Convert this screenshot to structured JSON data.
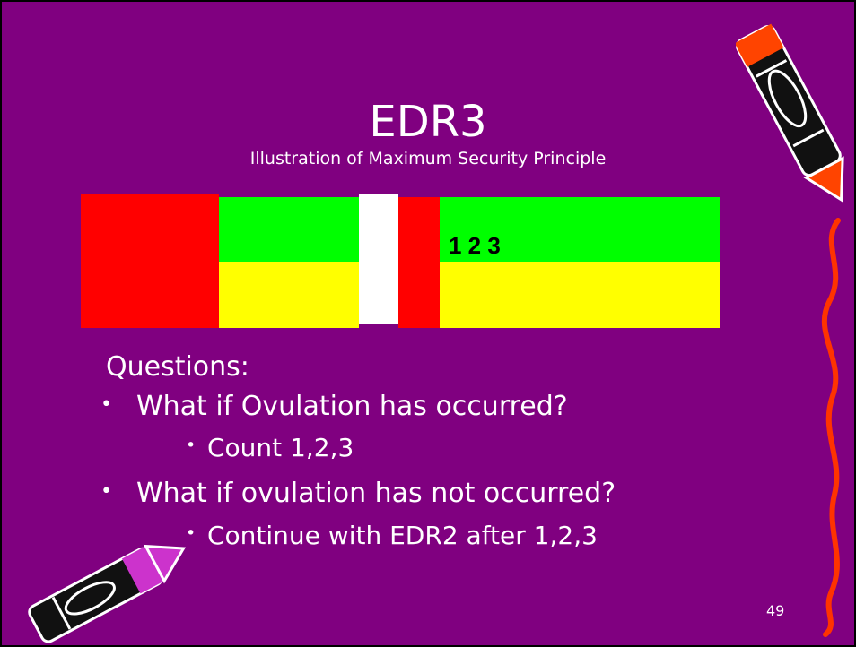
{
  "slide": {
    "title": "EDR3",
    "subtitle": "Illustration of Maximum Security Principle",
    "chart_label": "1 2 3",
    "questions_heading": "Questions:",
    "bullets": [
      {
        "text": "What if Ovulation has occurred?",
        "sub": "Count 1,2,3"
      },
      {
        "text": "What if ovulation has not occurred?",
        "sub": "Continue with EDR2 after 1,2,3"
      }
    ],
    "bullet_symbol": "•",
    "page_number": "49"
  },
  "colors": {
    "background": "#800080",
    "red": "#FF0000",
    "green": "#00FF00",
    "yellow": "#FFFF00",
    "white": "#FFFFFF"
  },
  "decorations": [
    "crayon-icon-top-right",
    "crayon-icon-bottom-left",
    "squiggle-line-icon"
  ]
}
